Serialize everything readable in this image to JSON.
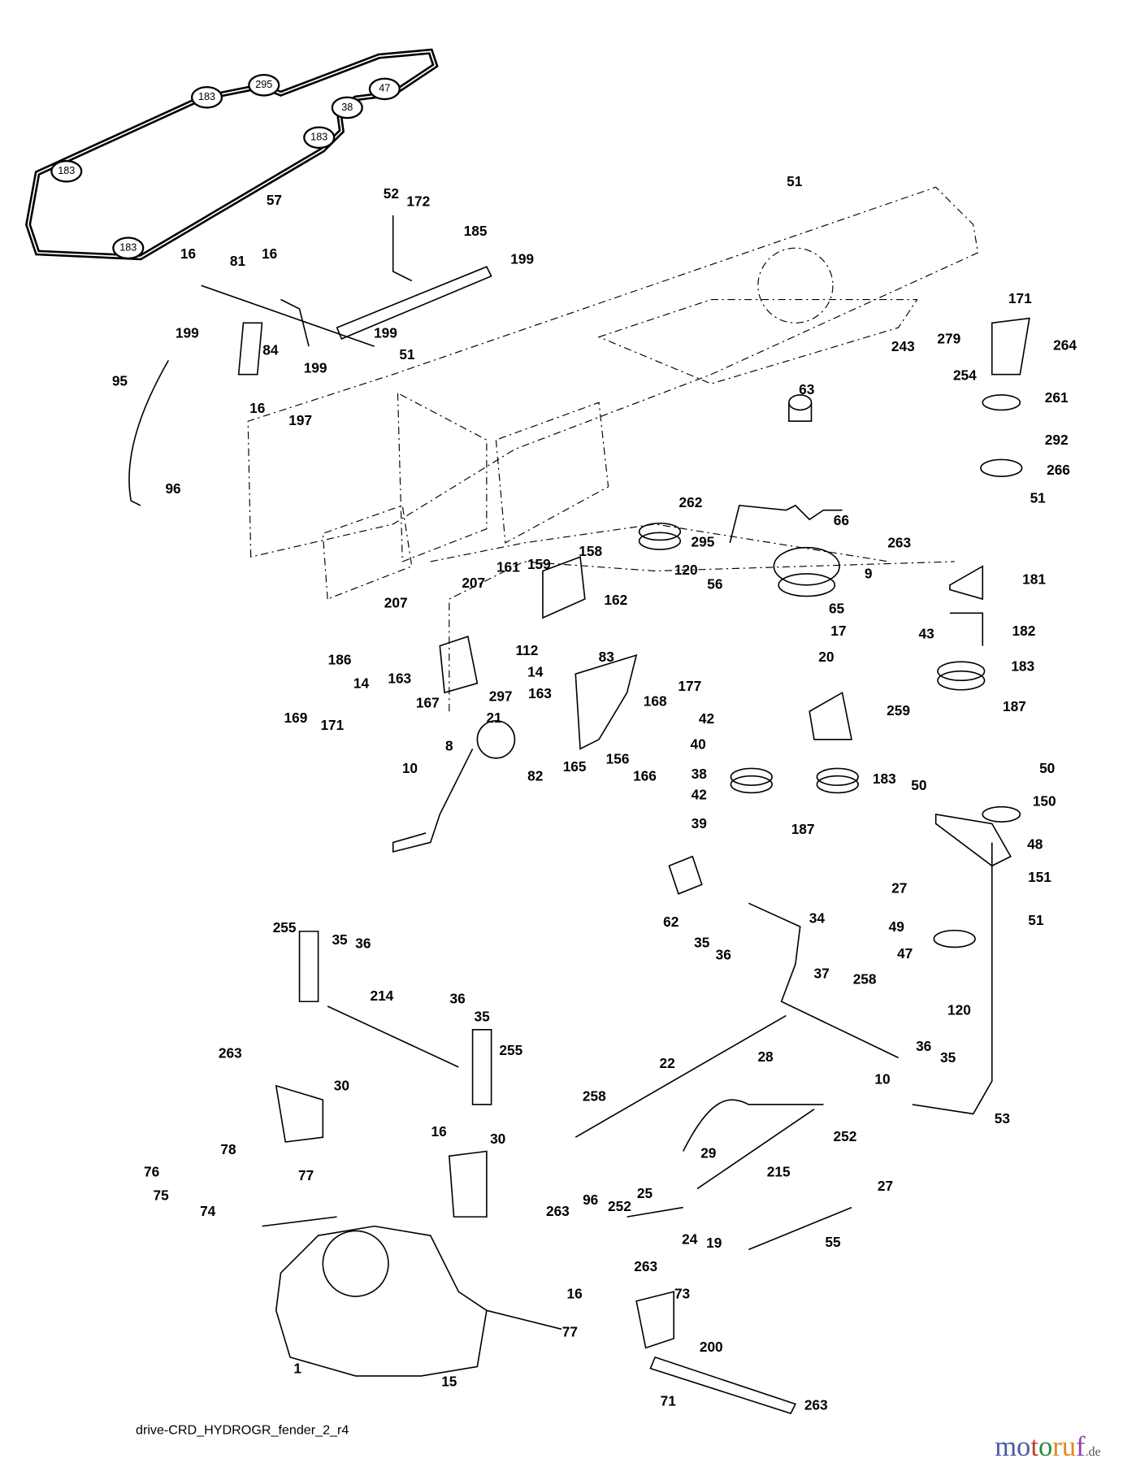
{
  "diagram": {
    "caption": "drive-CRD_HYDROGR_fender_2_r4",
    "watermark": {
      "text": "motoruf",
      "suffix": ".de",
      "colors": [
        "#4a5aa8",
        "#c0392b",
        "#2e8b3a",
        "#e08a1e",
        "#8e44ad"
      ]
    },
    "belt_labels": [
      "183",
      "295",
      "47",
      "38",
      "183",
      "183",
      "183"
    ],
    "part_labels": [
      "57",
      "52",
      "172",
      "185",
      "199",
      "16",
      "81",
      "16",
      "199",
      "199",
      "84",
      "199",
      "51",
      "95",
      "16",
      "197",
      "96",
      "51",
      "171",
      "279",
      "243",
      "264",
      "254",
      "63",
      "261",
      "292",
      "266",
      "51",
      "262",
      "66",
      "295",
      "9",
      "263",
      "181",
      "120",
      "56",
      "65",
      "17",
      "20",
      "182",
      "43",
      "183",
      "187",
      "158",
      "207",
      "161",
      "159",
      "162",
      "207",
      "112",
      "14",
      "163",
      "83",
      "297",
      "186",
      "14",
      "163",
      "167",
      "169",
      "171",
      "21",
      "168",
      "82",
      "165",
      "156",
      "166",
      "177",
      "42",
      "40",
      "38",
      "42",
      "39",
      "259",
      "183",
      "187",
      "10",
      "8",
      "50",
      "50",
      "150",
      "48",
      "27",
      "151",
      "49",
      "51",
      "47",
      "120",
      "62",
      "35",
      "36",
      "34",
      "37",
      "258",
      "36",
      "35",
      "22",
      "28",
      "10",
      "53",
      "252",
      "29",
      "215",
      "27",
      "55",
      "255",
      "35",
      "36",
      "214",
      "36",
      "35",
      "255",
      "263",
      "30",
      "16",
      "30",
      "78",
      "76",
      "77",
      "75",
      "74",
      "263",
      "96",
      "252",
      "25",
      "24",
      "19",
      "263",
      "16",
      "73",
      "77",
      "200",
      "1",
      "15",
      "71",
      "263",
      "258"
    ]
  }
}
